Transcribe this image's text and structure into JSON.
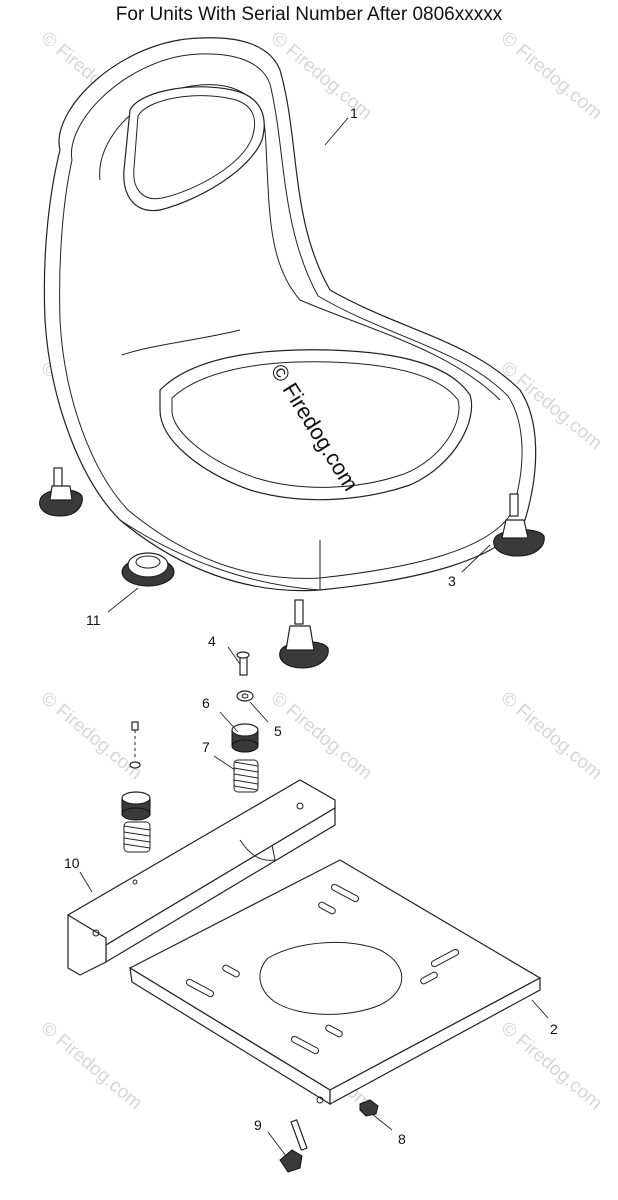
{
  "title": "For Units With Serial Number After 0806xxxxx",
  "watermark": "© Firedog.com",
  "callouts": {
    "seat": "1",
    "seat_pan": "2",
    "knob": "3",
    "bolt": "4",
    "washer": "5",
    "bushing": "6",
    "spring": "7",
    "nut": "8",
    "screw": "9",
    "bracket": "10",
    "switch": "11"
  }
}
